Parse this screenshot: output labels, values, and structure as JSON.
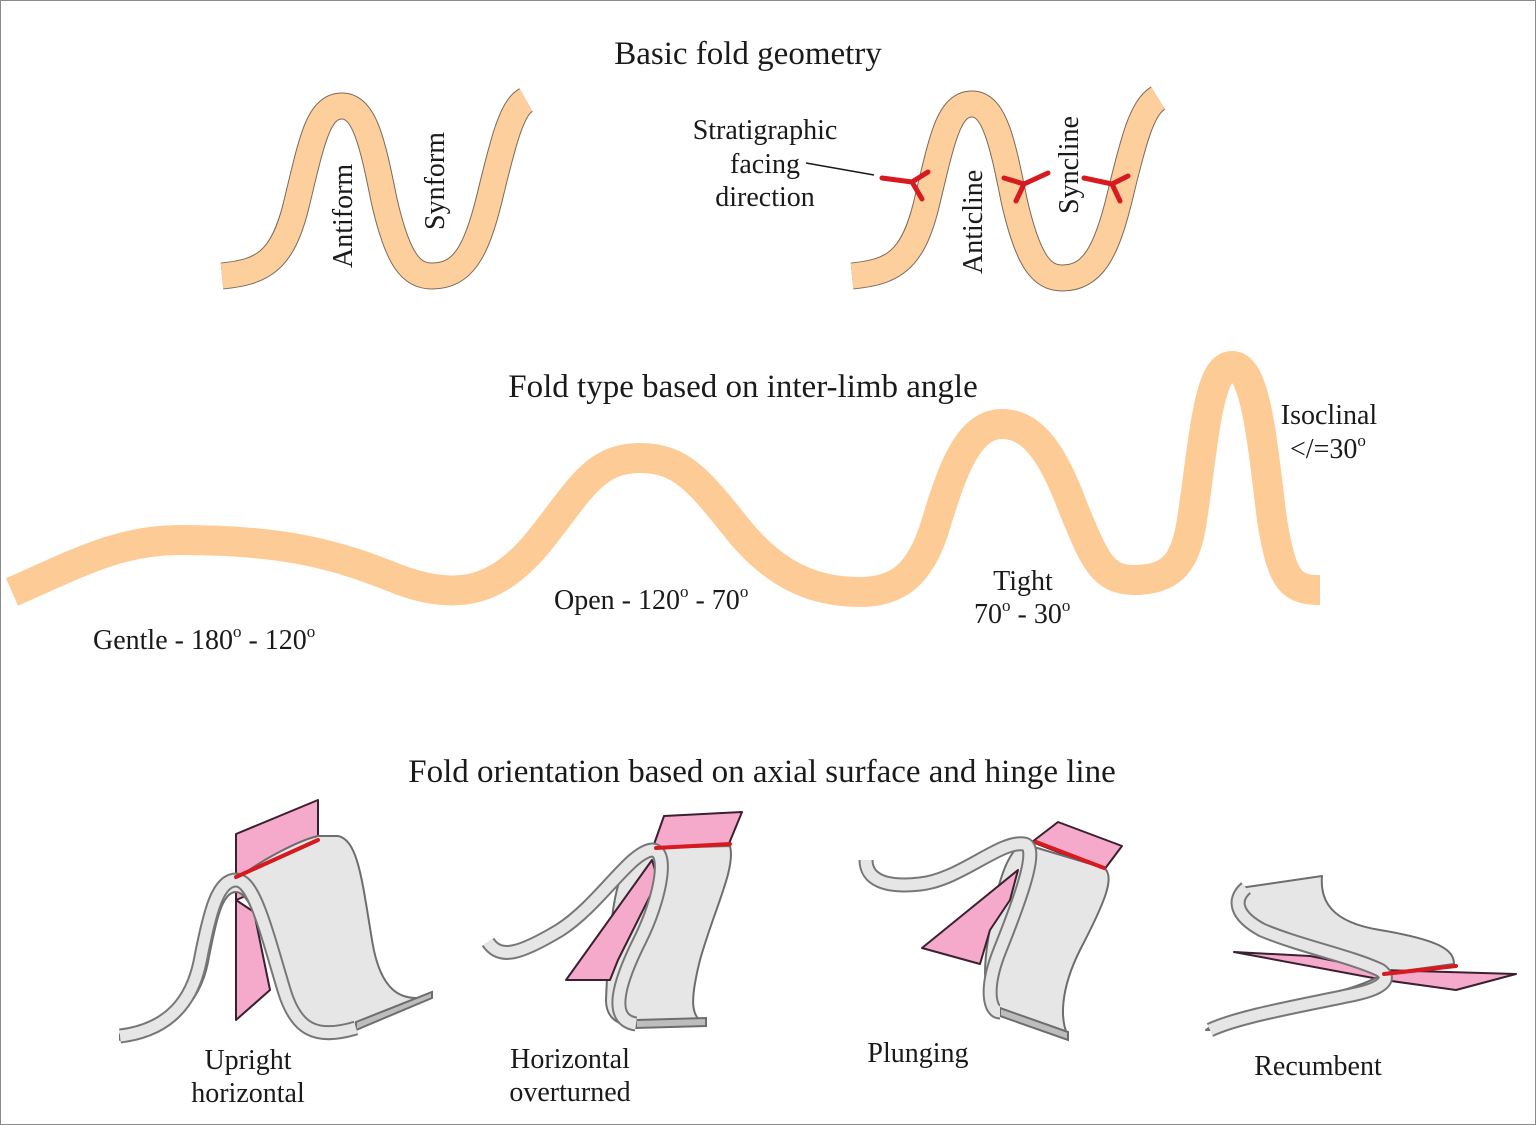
{
  "sections": {
    "basic": {
      "title": "Basic fold geometry",
      "antiform": "Antiform",
      "synform": "Synform",
      "facing_line1": "Stratigraphic",
      "facing_line2": "facing",
      "facing_line3": "direction",
      "anticline": "Anticline",
      "syncline": "Syncline"
    },
    "interlimb": {
      "title": "Fold type based on inter-limb angle",
      "gentle": "Gentle - 180",
      "gentle_b": " - 120",
      "open": "Open - 120",
      "open_b": " - 70",
      "tight_line1": "Tight",
      "tight_line2a": "70",
      "tight_line2b": " - 30",
      "isoclinal_line1": "Isoclinal",
      "isoclinal_line2": "</=30",
      "degree": "o"
    },
    "orientation": {
      "title": "Fold orientation based on axial surface and hinge line",
      "upright_line1": "Upright",
      "upright_line2": "horizontal",
      "overturned_line1": "Horizontal",
      "overturned_line2": "overturned",
      "plunging": "Plunging",
      "recumbent": "Recumbent"
    }
  },
  "colors": {
    "layer": "#fdcf9c",
    "facing": "#d71920",
    "axial_surface": "#f5aacb",
    "fold_sheet": "#e6e6e7",
    "hinge_line": "#d71920"
  }
}
